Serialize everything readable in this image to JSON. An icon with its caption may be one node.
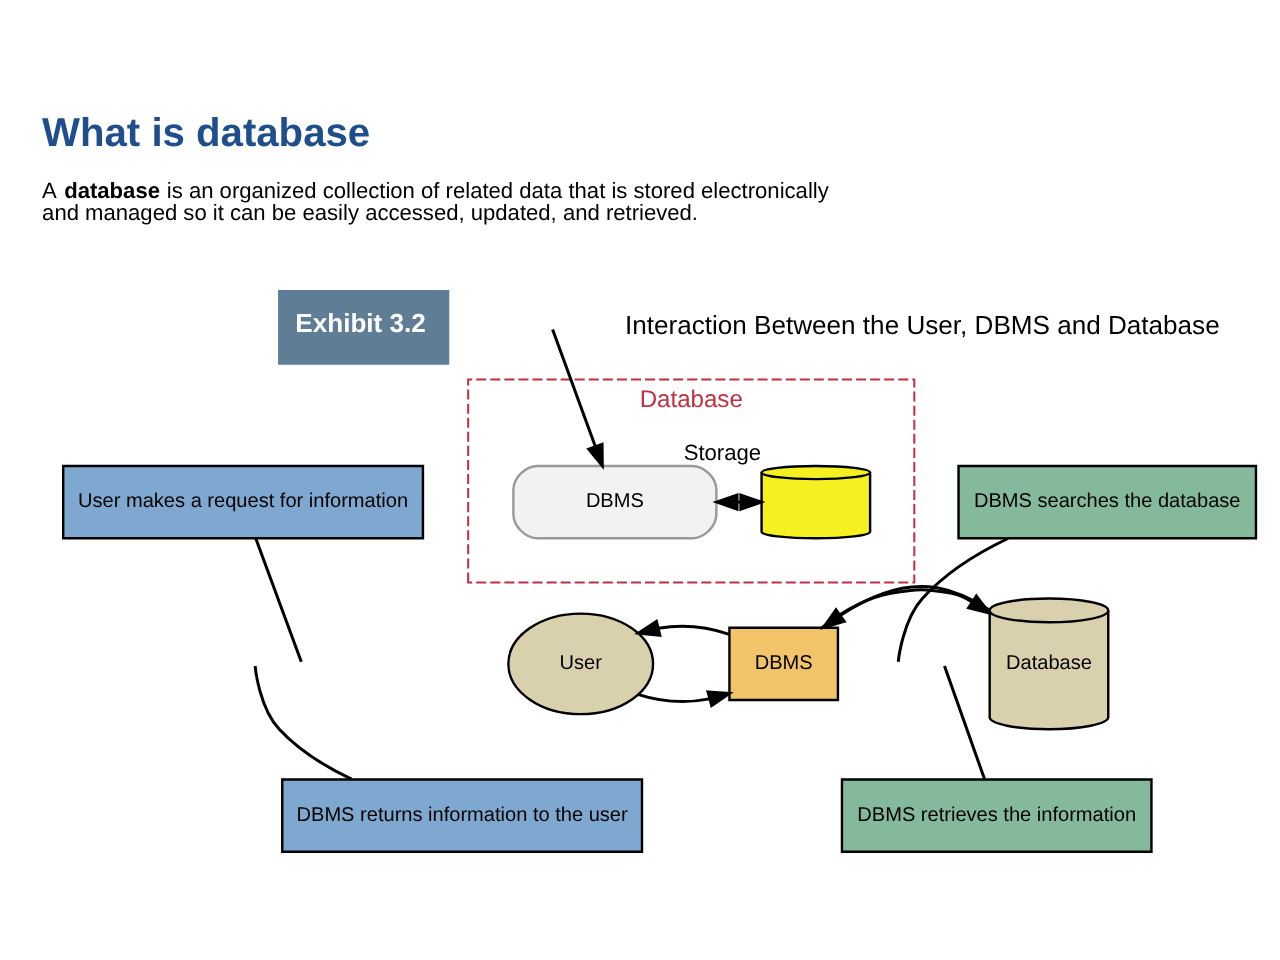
{
  "diagram": {
    "title": "What is database",
    "nodes": [
      {
        "text": [
          "User"
        ]
      },
      {
        "text": [
          "DBMS"
        ]
      },
      {
        "text": [
          "Database"
        ]
      },
      {
        "text": [
          "User makes a request for information"
        ]
      },
      {
        "text": [
          "DBMS searches the database"
        ]
      },
      {
        "text": [
          "DBMS returns information to the user"
        ]
      },
      {
        "text": [
          "DBMS retrieves the information"
        ]
      },
      {
        "text": [
          "Database"
        ]
      },
      {
        "text": [
          "DBMS"
        ],
        "in": 7
      },
      {
        "text": [],
        "shape": "cylinder",
        "beside": [
          "Storage"
        ],
        "in": 7
      }
    ],
    "edges": [
      {
        "from": 0,
        "to": 1,
        "arrow": "to"
      },
      {
        "from": 1,
        "to": 2,
        "arrow": "to"
      },
      {
        "from": 2,
        "to": 1,
        "arrow": "to"
      },
      {
        "from": 1,
        "to": 0,
        "arrow": "to"
      },
      {
        "from": 3,
        "to": null,
        "arrow": "none"
      },
      {
        "from": 4,
        "to": null,
        "arrow": "none"
      },
      {
        "from": 5,
        "to": null,
        "arrow": "none"
      },
      {
        "from": 6,
        "to": null,
        "arrow": "none"
      },
      {
        "from": null,
        "to": 8,
        "arrow": "to"
      },
      {
        "from": 8,
        "to": 9,
        "arrow": "both"
      }
    ],
    "labels": [
      "A **database** is an organized collection of related data that is stored electronically and managed so it can be easily accessed, updated, and retrieved.",
      "Exhibit 3.2",
      "Interaction Between the User, DBMS and Database"
    ]
  }
}
